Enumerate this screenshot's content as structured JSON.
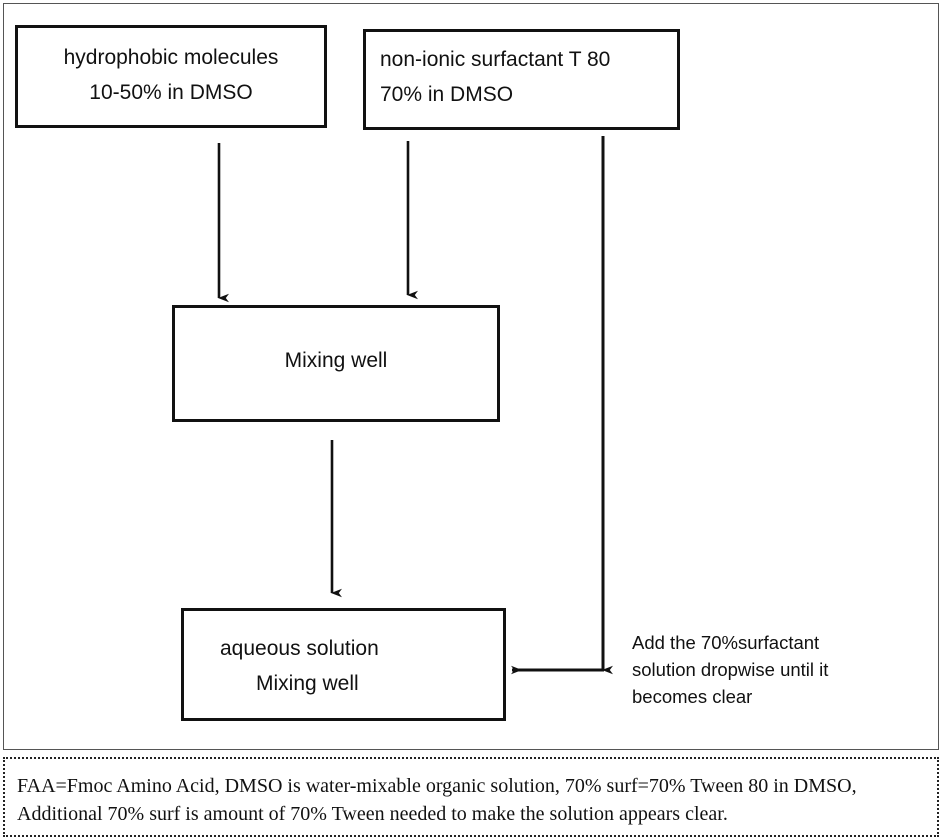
{
  "diagram": {
    "type": "flowchart",
    "title": "",
    "boxes": [
      {
        "id": "hydrophobic-molecules",
        "line_1": "hydrophobic molecules",
        "line_2": "10-50% in DMSO"
      },
      {
        "id": "non-ionic-surfactant",
        "line_1": "non-ionic surfactant T 80",
        "line_2": "70% in DMSO"
      },
      {
        "id": "mixing-well",
        "line_1": "Mixing well"
      },
      {
        "id": "aqueous-solution",
        "line_1": "aqueous solution",
        "line_2": "Mixing well"
      }
    ],
    "annotation": {
      "line_1": "Add the 70%surfactant",
      "line_2": "solution dropwise until it",
      "line_3": "becomes clear"
    },
    "colors": {
      "box_border": "#111111",
      "arrow": "#111111",
      "frame": "#555555",
      "caption_border": "#222222",
      "background": "#ffffff",
      "text": "#111111"
    }
  },
  "caption": {
    "line_1": "FAA=Fmoc Amino Acid, DMSO is water-mixable organic solution, 70% surf=70% Tween 80 in DMSO,",
    "line_2": "Additional 70% surf is amount of 70% Tween needed to make the solution appears clear."
  }
}
